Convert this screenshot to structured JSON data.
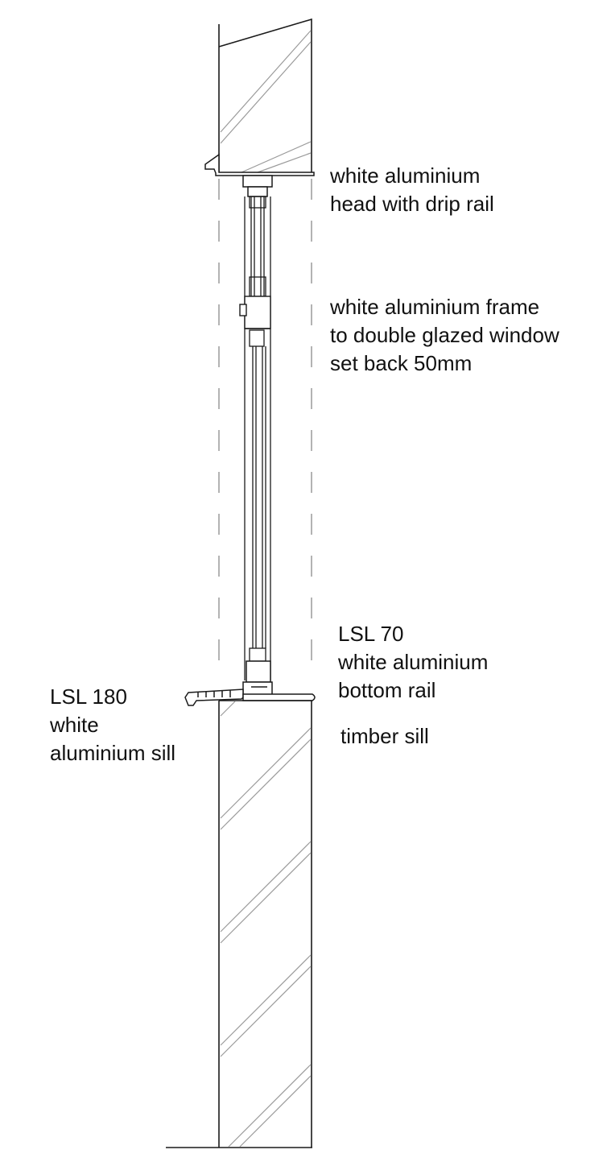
{
  "labels": {
    "head": [
      "white aluminium",
      "head with drip rail"
    ],
    "frame": [
      "white aluminium frame",
      "to double glazed window",
      "set back 50mm"
    ],
    "bottom_rail": [
      "LSL 70",
      "white aluminium",
      "bottom rail"
    ],
    "sill": [
      "LSL 180",
      "white",
      "aluminium sill"
    ],
    "timber": [
      "timber sill"
    ]
  },
  "colors": {
    "line": "#1a1a1a",
    "hatch": "#9a9a9a",
    "dashed": "#8a8a8a",
    "background": "#ffffff"
  }
}
